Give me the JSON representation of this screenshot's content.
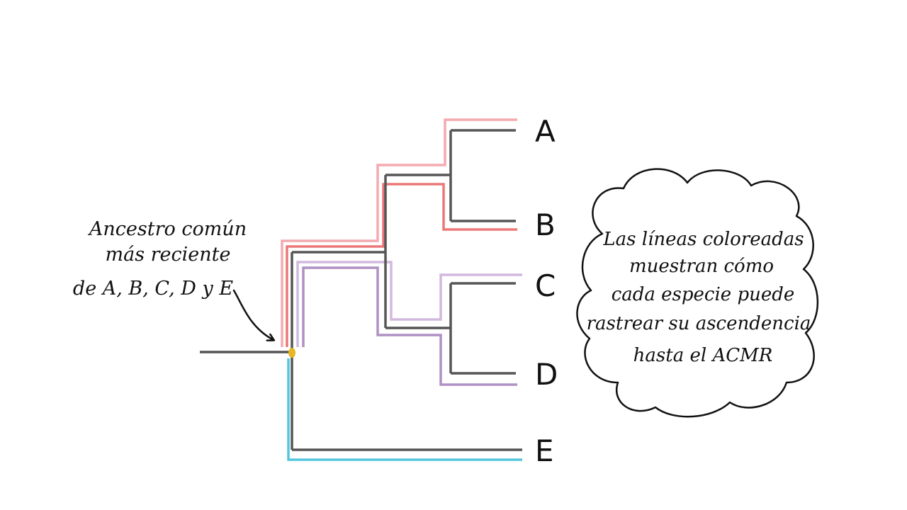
{
  "colors": {
    "tree": "#555555",
    "lineage_a": "#f4aab0",
    "lineage_b": "#ea7876",
    "lineage_c": "#d2b8de",
    "lineage_d": "#b090c4",
    "lineage_e": "#55c6dc",
    "mrca_dot": "#e8b524",
    "ink": "#111111"
  },
  "taxa": [
    {
      "id": "a",
      "label": "A"
    },
    {
      "id": "b",
      "label": "B"
    },
    {
      "id": "c",
      "label": "C"
    },
    {
      "id": "d",
      "label": "D"
    },
    {
      "id": "e",
      "label": "E"
    }
  ],
  "ancestor_note": {
    "lines": [
      "Ancestro común",
      "más reciente",
      "de A, B, C, D y E"
    ]
  },
  "cloud_note": {
    "lines": [
      "Las líneas coloreadas",
      "muestran cómo",
      "cada especie puede",
      "rastrear su ascendencia",
      "hasta el ACMR"
    ]
  }
}
